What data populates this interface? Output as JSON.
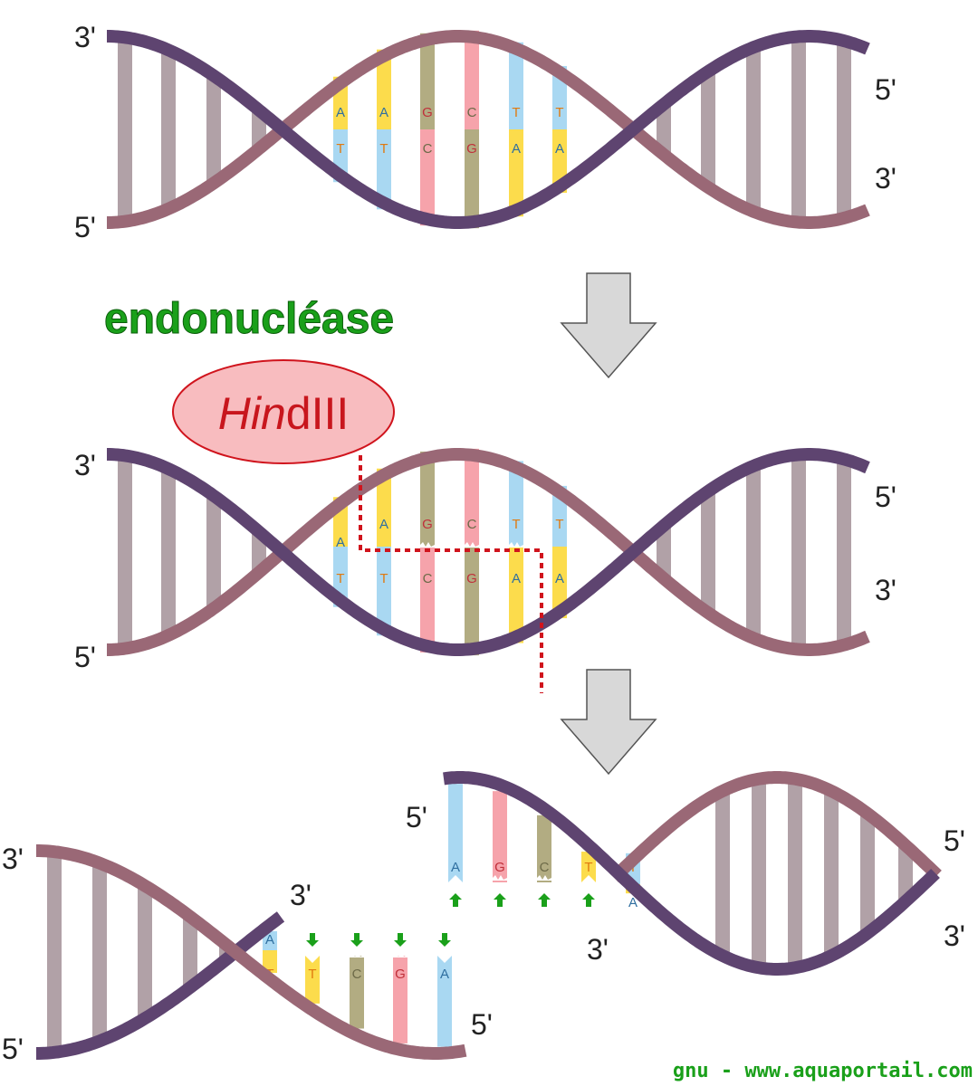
{
  "title": "endonucléase",
  "enzyme": {
    "italic": "Hin",
    "rest": "dIII"
  },
  "credit": "gnu - www.aquaportail.com",
  "ends": {
    "three": "3'",
    "five": "5'"
  },
  "site": {
    "top": [
      "A",
      "A",
      "G",
      "C",
      "T",
      "T"
    ],
    "bottom": [
      "T",
      "T",
      "C",
      "G",
      "A",
      "A"
    ]
  },
  "colors": {
    "A": "#a9d8f2",
    "T": "#fcdc4c",
    "G": "#f6a3ab",
    "C": "#b2ac82",
    "rung": "#b1a1a7",
    "strand_light": "#9a6876",
    "strand_dark": "#5e4470",
    "letter_A": "#2f6fa0",
    "letter_T": "#e07a10",
    "letter_G": "#c0303a",
    "letter_C": "#6d6a48",
    "arrow": "#d8d8d8",
    "cut": "#d0141d",
    "green": "#1aa01a"
  }
}
